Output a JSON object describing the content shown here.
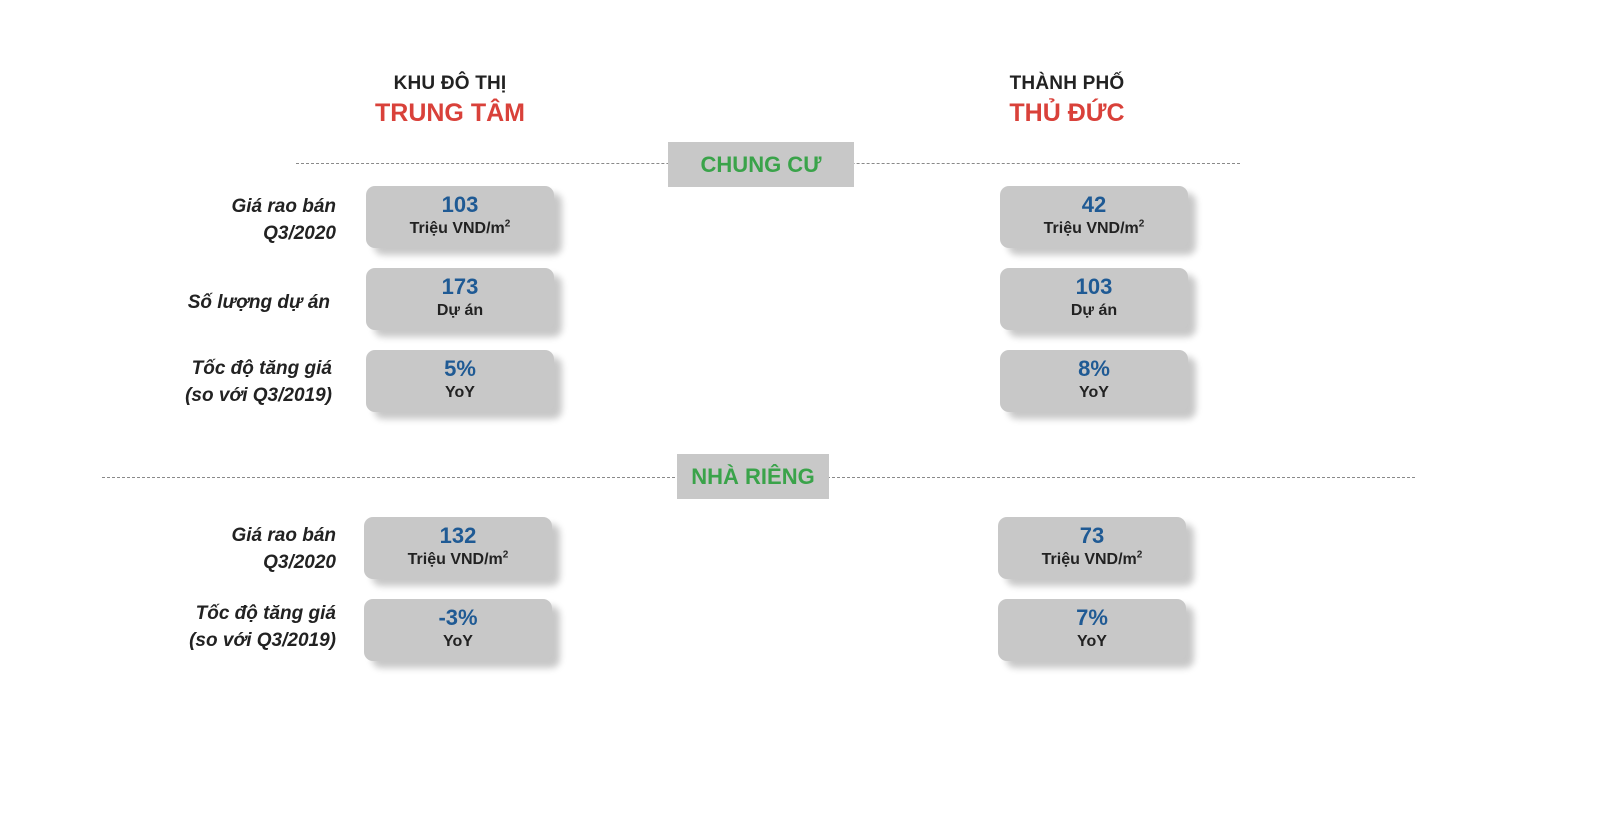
{
  "columns": {
    "left": {
      "small": "KHU ĐÔ THỊ",
      "big": "TRUNG TÂM"
    },
    "right": {
      "small": "THÀNH PHỐ",
      "big": "THỦ ĐỨC"
    }
  },
  "sections": {
    "apartment": {
      "title": "CHUNG CƯ",
      "rows": [
        {
          "label_line1": "Giá rao bán",
          "label_line2": "Q3/2020",
          "left": {
            "value": "103",
            "unit": "Triệu VND/m",
            "unit_sup": "2"
          },
          "right": {
            "value": "42",
            "unit": "Triệu VND/m",
            "unit_sup": "2"
          }
        },
        {
          "label_line1": "Số lượng dự án",
          "label_line2": "",
          "left": {
            "value": "173",
            "unit": "Dự án"
          },
          "right": {
            "value": "103",
            "unit": "Dự án"
          }
        },
        {
          "label_line1": "Tốc độ tăng giá",
          "label_line2": "(so với Q3/2019)",
          "left": {
            "value": "5%",
            "unit": "YoY"
          },
          "right": {
            "value": "8%",
            "unit": "YoY"
          }
        }
      ]
    },
    "house": {
      "title": "NHÀ RIÊNG",
      "rows": [
        {
          "label_line1": "Giá rao bán",
          "label_line2": "Q3/2020",
          "left": {
            "value": "132",
            "unit": "Triệu VND/m",
            "unit_sup": "2"
          },
          "right": {
            "value": "73",
            "unit": "Triệu VND/m",
            "unit_sup": "2"
          }
        },
        {
          "label_line1": "Tốc độ tăng giá",
          "label_line2": "(so với Q3/2019)",
          "left": {
            "value": "-3%",
            "unit": "YoY"
          },
          "right": {
            "value": "7%",
            "unit": "YoY"
          }
        }
      ]
    }
  }
}
